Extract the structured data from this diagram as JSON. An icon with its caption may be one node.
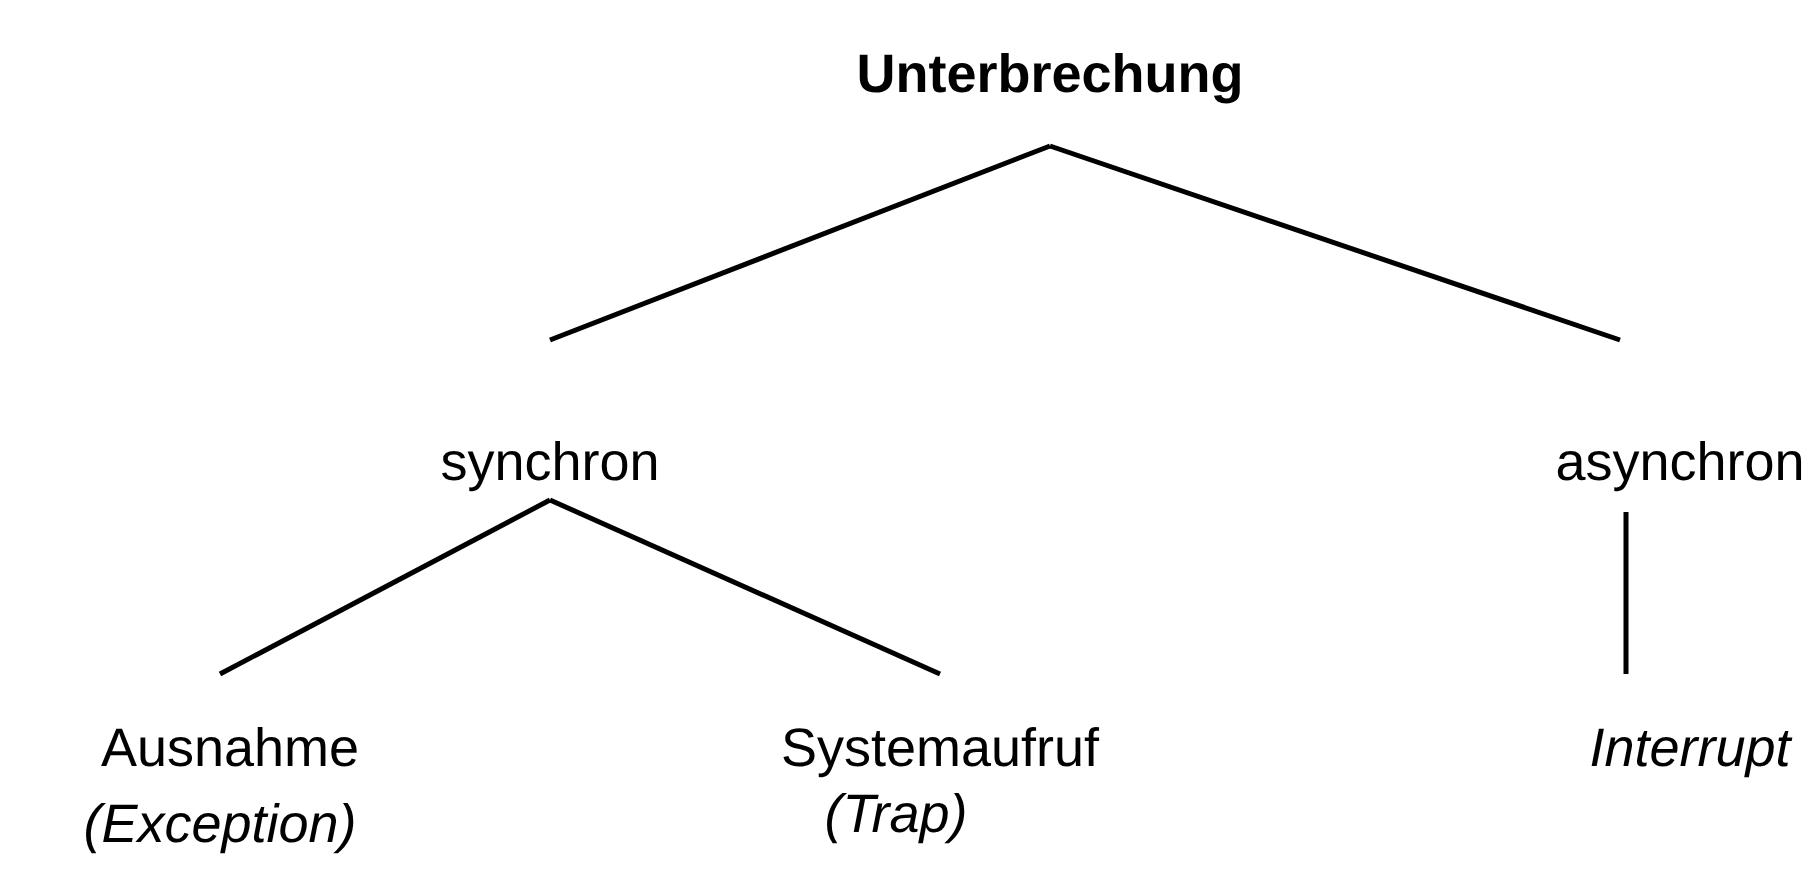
{
  "diagram": {
    "nodes": [
      {
        "text": [
          "Unterbrechung"
        ]
      },
      {
        "text": [
          "synchron"
        ]
      },
      {
        "text": [
          "asynchron"
        ]
      },
      {
        "text": [
          "Ausnahme",
          "(Exception)"
        ]
      },
      {
        "text": [
          "Systemaufruf",
          "(Trap)"
        ]
      },
      {
        "text": [
          "Interrupt"
        ]
      }
    ],
    "edges": [
      {
        "from": 0,
        "to": 1,
        "arrow": "none"
      },
      {
        "from": 0,
        "to": 2,
        "arrow": "none"
      },
      {
        "from": 1,
        "to": 3,
        "arrow": "none"
      },
      {
        "from": 1,
        "to": 4,
        "arrow": "none"
      },
      {
        "from": 2,
        "to": 5,
        "arrow": "none"
      }
    ]
  }
}
